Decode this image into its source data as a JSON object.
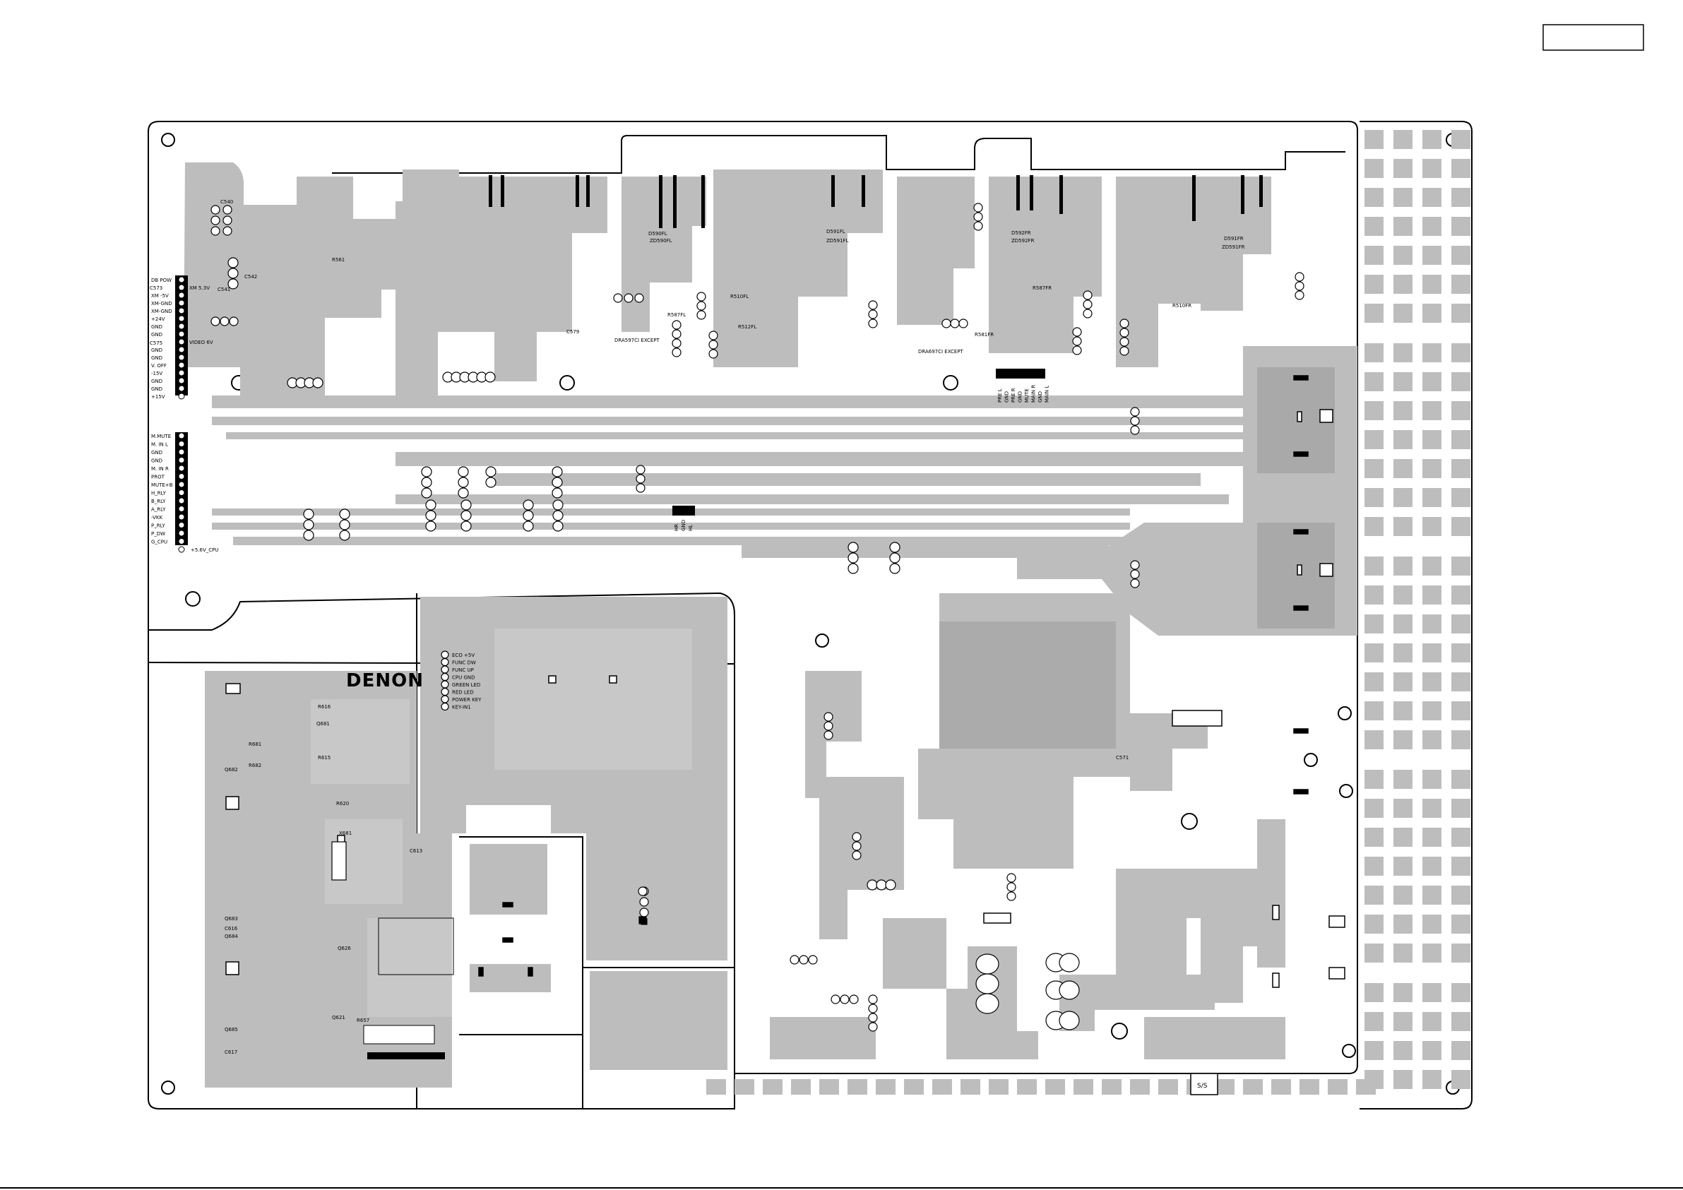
{
  "brand": "DENON",
  "left_connector_top": [
    "DB POW",
    "XM 5.3V",
    "XM -5V",
    "XM-GND",
    "XM-GND",
    "+24V",
    "GND",
    "GND",
    "VIDEO 6V",
    "GND",
    "GND",
    "V. OFF",
    "-15V",
    "GND",
    "GND",
    "+15V"
  ],
  "left_connector_top_refs": [
    "C573",
    "C575"
  ],
  "left_connector_mid": [
    "M.MUTE",
    "M. IN L",
    "GND",
    "GND",
    "M. IN R",
    "PROT",
    "MUTE+B",
    "H_RLY",
    "B_RLY",
    "A_RLY",
    "-VKK",
    "P_RLY",
    "P_DW",
    "G_CPU",
    "+5.6V_CPU"
  ],
  "front_connector": [
    "ECO +5V",
    "FUNC DW",
    "FUNC UP",
    "CPU GND",
    "GREEN LED",
    "RED LED",
    "POWER KEY",
    "KEY-IN1"
  ],
  "pre_connector": [
    "PRE L",
    "GND",
    "PRE R",
    "GND",
    "MUTE",
    "MAIN R",
    "GND",
    "MAIN L"
  ],
  "hr_connector": [
    "HR",
    "GND",
    "HL"
  ],
  "top_refs": [
    "ZD590FL",
    "D590FL",
    "ZD591FL",
    "D591FL",
    "ZD592FR",
    "D592FR",
    "ZD591FR",
    "D591FR",
    "R587FL",
    "R510FL",
    "R512FL",
    "R587FR",
    "R510FR",
    "R581FR",
    "DRA597CI EXCEPT",
    "DRA697CI EXCEPT"
  ],
  "small_refs": [
    "C540",
    "C541",
    "C542",
    "R561",
    "C579",
    "C571"
  ],
  "lower_left_refs": [
    "R616",
    "R615",
    "Q681",
    "Q682",
    "Q683",
    "Q684",
    "Q685",
    "R681",
    "R682",
    "C613",
    "X681",
    "Q626",
    "Q621",
    "R657",
    "C616",
    "C617",
    "R620"
  ],
  "ss_label": "S/S",
  "page_box": ""
}
